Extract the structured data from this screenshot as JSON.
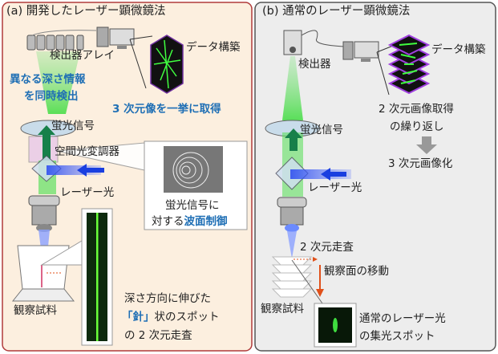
{
  "panel_a": {
    "title": "(a) 開発したレーザー顕微鏡法",
    "detector_array": "検出器アレイ",
    "data_build": "データ構築",
    "detect_line1": "異なる深さ情報",
    "detect_line2": "を同時検出",
    "acquire_3d": "3 次元像を一挙に取得",
    "fluorescence": "蛍光信号",
    "slm": "空間光変調器",
    "laser": "レーザー光",
    "wavefront_line1": "蛍光信号に",
    "wavefront_line2_prefix": "対する",
    "wavefront_line2_highlight": "波面制御",
    "sample": "観察試料",
    "needle_line1": "深さ方向に伸びた",
    "needle_line2_highlight": "「針」",
    "needle_line2_rest": "状のスポット",
    "needle_line3": "の 2 次元走査"
  },
  "panel_b": {
    "title": "(b) 通常のレーザー顕微鏡法",
    "detector": "検出器",
    "data_build": "データ構築",
    "repeat_line1": "2 次元画像取得",
    "repeat_line2": "の繰り返し",
    "result_3d": "3 次元画像化",
    "fluorescence": "蛍光信号",
    "laser": "レーザー光",
    "scan_2d": "2 次元走査",
    "move_plane": "観察面の移動",
    "sample": "観察試料",
    "spot_line1": "通常のレーザー光",
    "spot_line2": "の集光スポット"
  },
  "colors": {
    "accent_blue": "#1f6fb5",
    "green": "#3fdc3f",
    "laser_blue": "#1a3fe0",
    "arrow_orange": "#e0501a"
  }
}
